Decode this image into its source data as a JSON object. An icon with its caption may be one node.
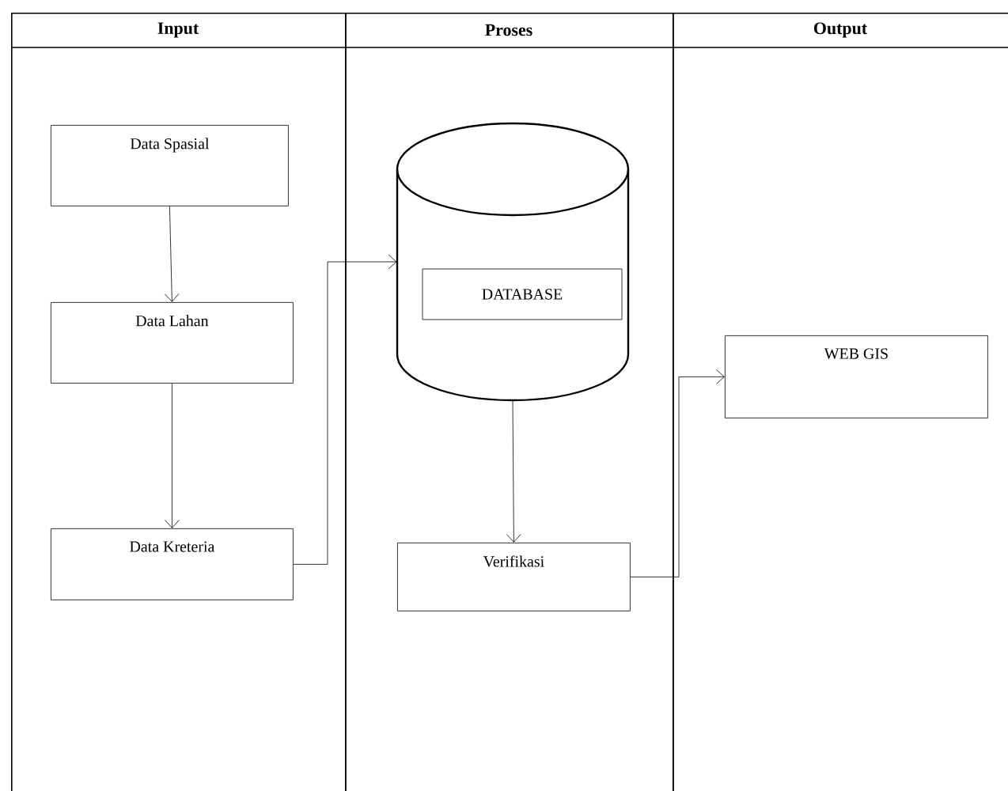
{
  "diagram": {
    "nodes": [
      {
        "text": [
          "Input"
        ]
      },
      {
        "text": [
          "Data Spasial"
        ],
        "in": 0
      },
      {
        "text": [
          "Data Lahan"
        ],
        "in": 0
      },
      {
        "text": [
          "Data Kreteria"
        ],
        "in": 0
      },
      {
        "text": [
          "Proses"
        ]
      },
      {
        "text": [],
        "shape": "cylinder",
        "in": 4
      },
      {
        "text": [
          "DATABASE"
        ],
        "in": 5
      },
      {
        "text": [
          "Verifikasi"
        ],
        "in": 4
      },
      {
        "text": [
          "Output"
        ]
      },
      {
        "text": [
          "WEB GIS"
        ],
        "in": 8
      }
    ],
    "edges": [
      {
        "from": 1,
        "to": 2,
        "arrow": "to"
      },
      {
        "from": 2,
        "to": 3,
        "arrow": "to"
      },
      {
        "from": 3,
        "to": 5,
        "arrow": "to"
      },
      {
        "from": 5,
        "to": 7,
        "arrow": "to"
      },
      {
        "from": 7,
        "to": 9,
        "arrow": "to"
      }
    ]
  }
}
